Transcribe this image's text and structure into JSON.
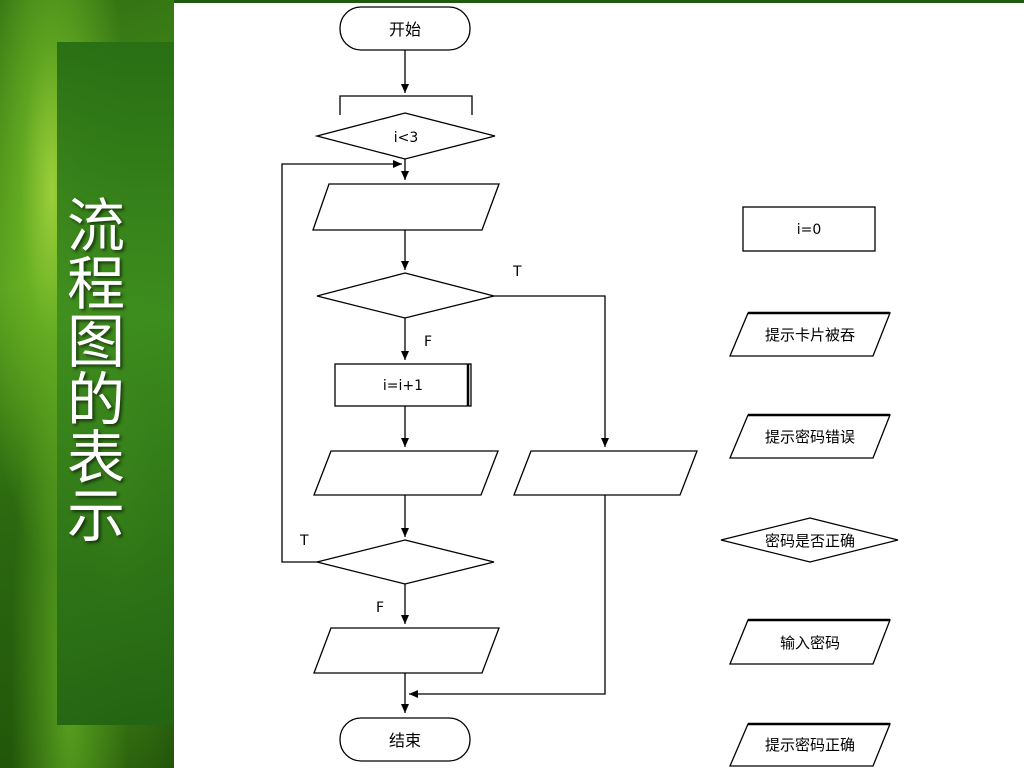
{
  "sidebar": {
    "title": "流程图的表示"
  },
  "flowchart": {
    "start": "开始",
    "loop_condition": "i<3",
    "increment": "i=i+1",
    "end": "结束",
    "true_label_1": "T",
    "false_label_1": "F",
    "true_label_2": "T",
    "false_label_2": "F"
  },
  "legend": {
    "init": "i=0",
    "card_swallowed": "提示卡片被吞",
    "wrong_password": "提示密码错误",
    "check_password": "密码是否正确",
    "input_password": "输入密码",
    "correct_password": "提示密码正确"
  }
}
